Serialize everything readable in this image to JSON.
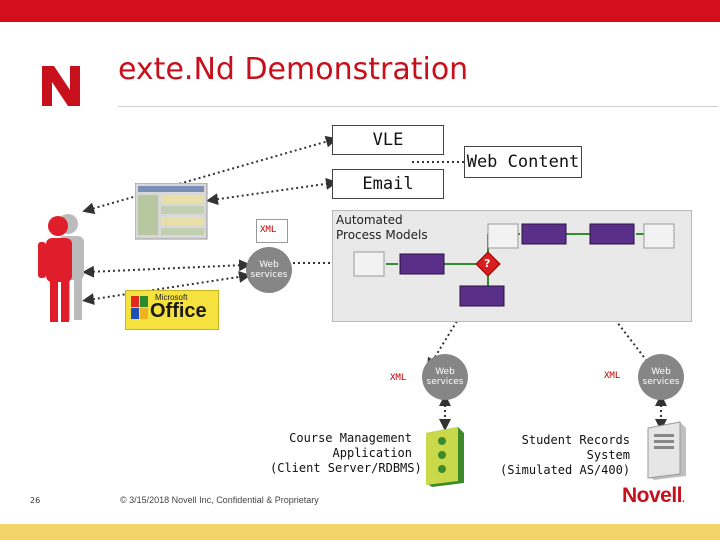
{
  "header": {
    "title": "exte.Nd Demonstration",
    "logo_letter": "N"
  },
  "boxes": {
    "vle": "VLE",
    "email": "Email",
    "web_content": "Web Content"
  },
  "panel": {
    "title_line1": "Automated",
    "title_line2": "Process Models",
    "question": "?"
  },
  "labels": {
    "xml": "XML",
    "web_services_line1": "Web",
    "web_services_line2": "services"
  },
  "office": {
    "brand": "Microsoft",
    "product": "Office"
  },
  "systems": {
    "course_mgmt": [
      "Course Management",
      "Application",
      "(Client Server/RDBMS)"
    ],
    "student_records": [
      "Student Records",
      "System",
      "(Simulated AS/400)"
    ]
  },
  "footer": {
    "page_number": "26",
    "copyright": "© 3/15/2018 Novell Inc, Confidential & Proprietary",
    "brand": "Novell",
    "brand_suffix": "."
  },
  "colors": {
    "brand_red": "#c80f1c",
    "footer_band": "#f5d36b",
    "panel_bg": "#e9e9e9"
  }
}
